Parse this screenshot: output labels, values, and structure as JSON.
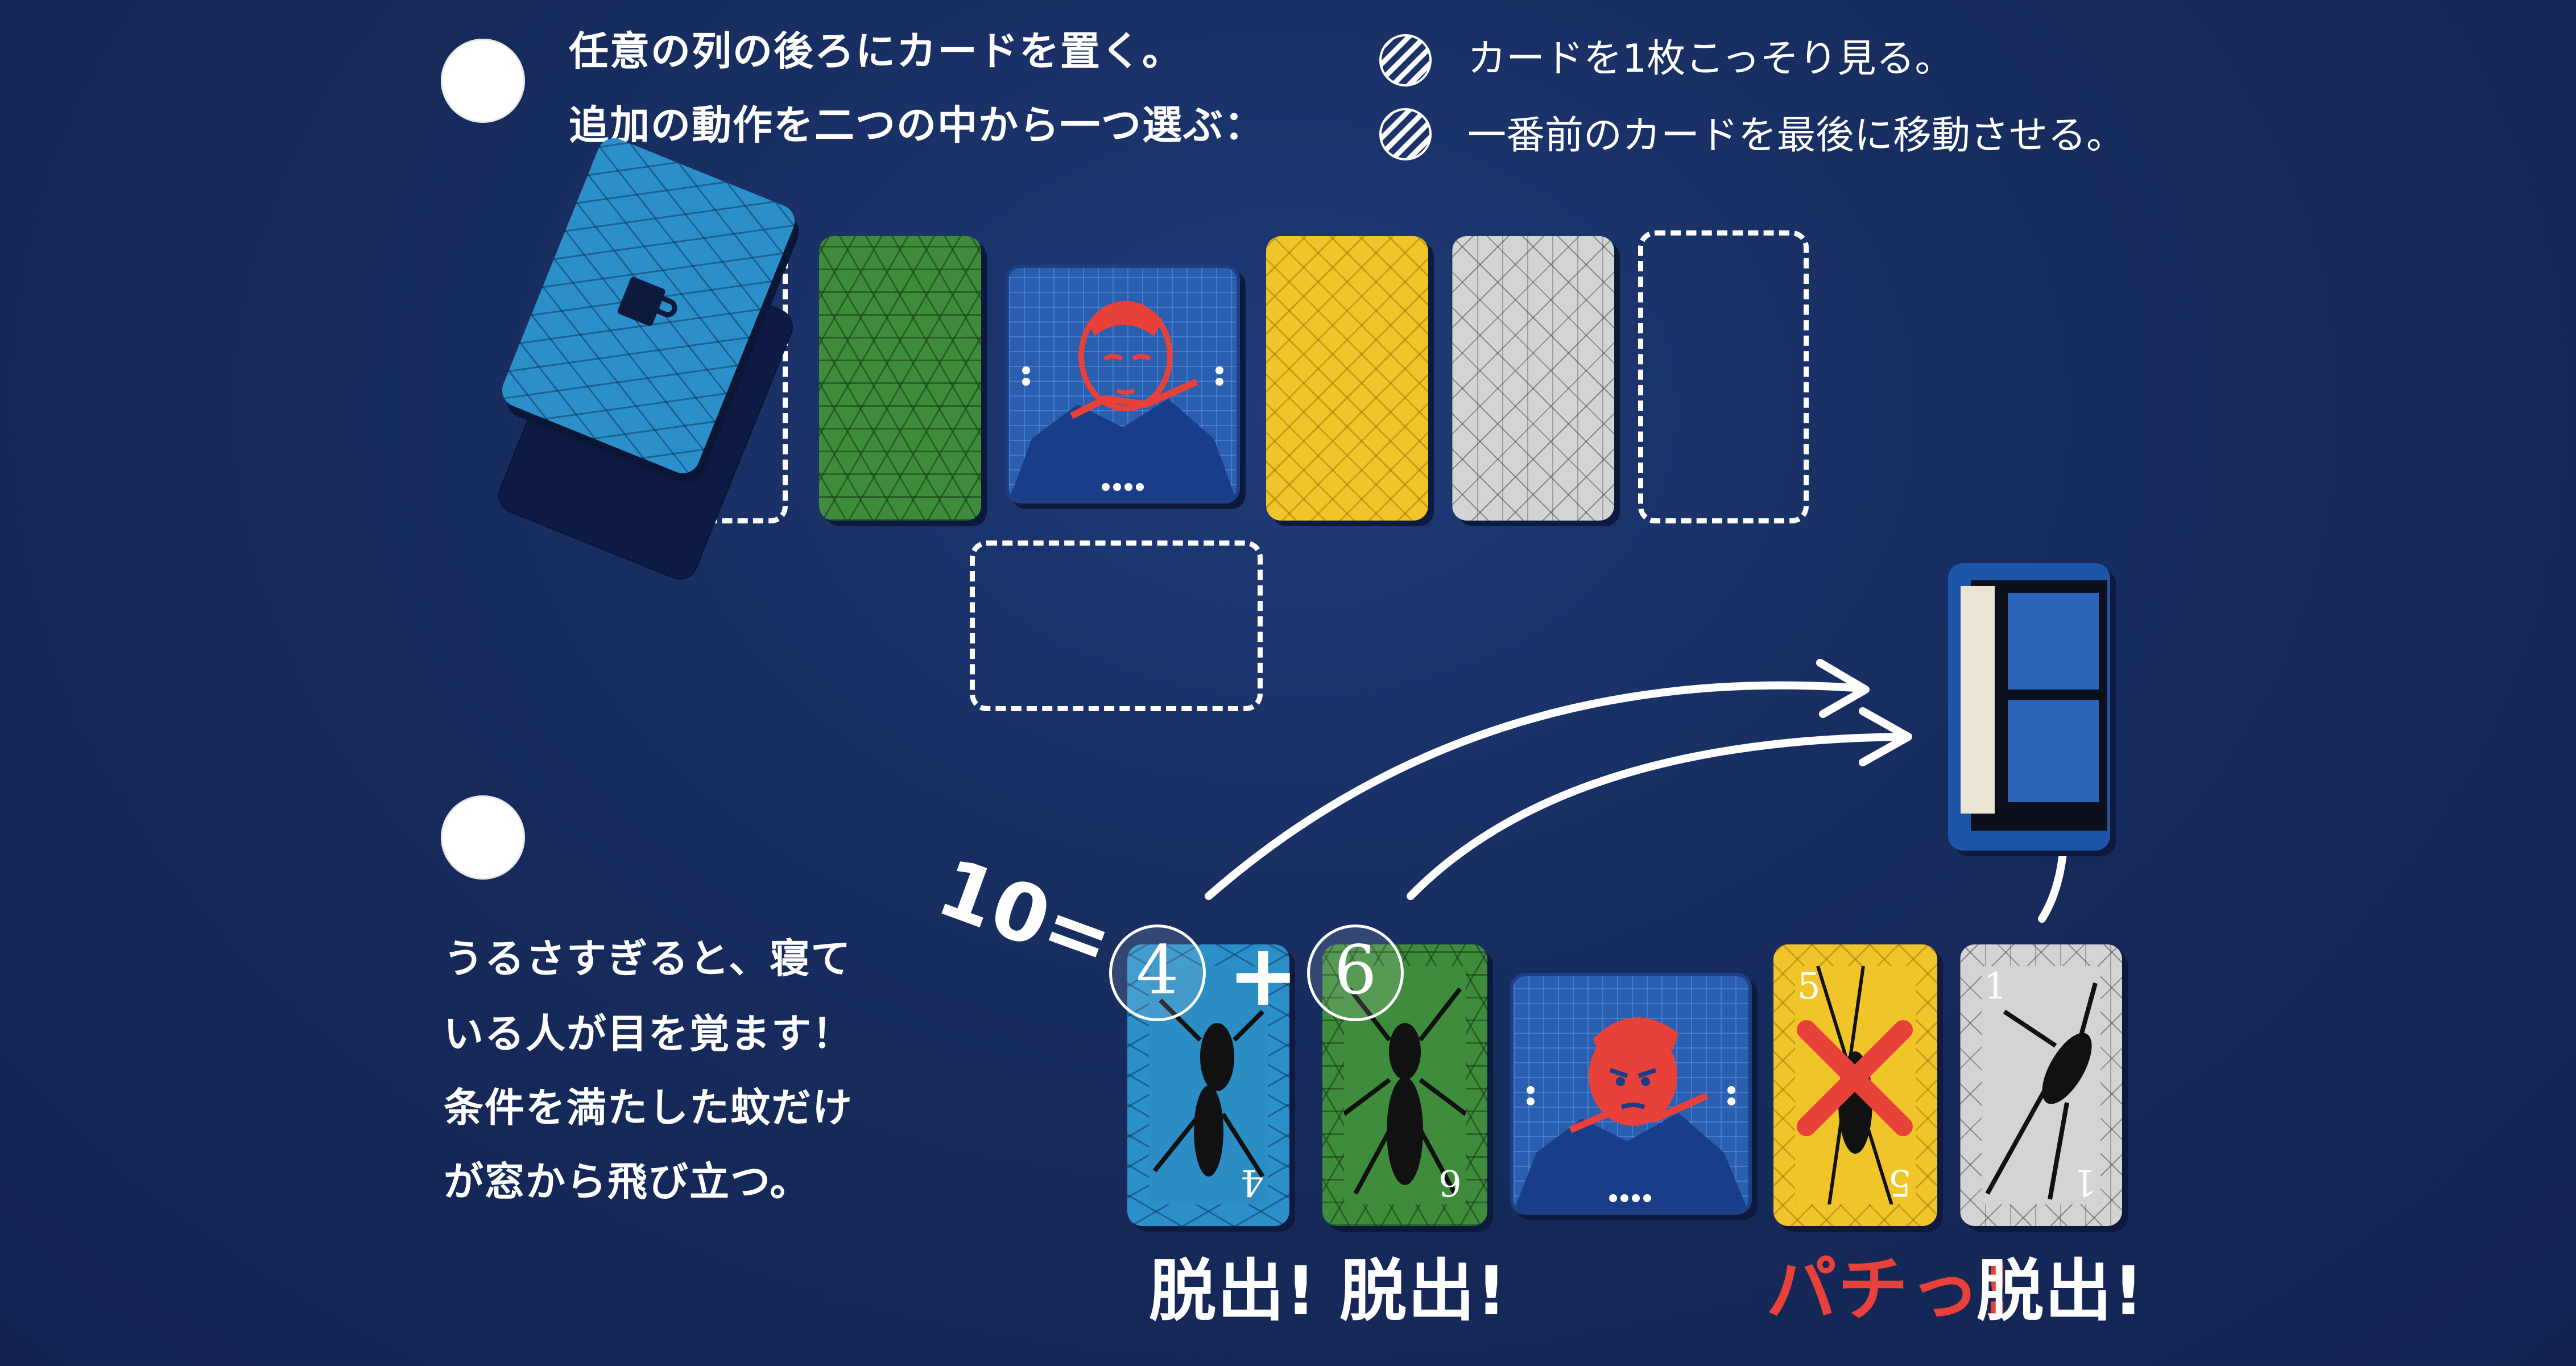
{
  "step1": {
    "instruction_line1": "任意の列の後ろにカードを置く。",
    "instruction_line2": "追加の動作を二つの中から一つ選ぶ：",
    "option1": "カードを1枚こっそり見る。",
    "option2": "一番前のカードを最後に移動させる。"
  },
  "step2": {
    "text_line1": "うるさすぎると、寝て",
    "text_line2": "いる人が目を覚ます！",
    "text_line3": "条件を満たした蚊だけ",
    "text_line4": "が窓から飛び立つ。"
  },
  "equation": "10=",
  "plus": "+",
  "badges": {
    "first": "4",
    "second": "6"
  },
  "cards": [
    {
      "color": "blue",
      "top_num": "4",
      "bottom_num": "4",
      "result": "脱出!"
    },
    {
      "color": "green",
      "top_num": "6",
      "bottom_num": "6",
      "result": "脱出!"
    },
    {
      "color": "sleeper",
      "result": ""
    },
    {
      "color": "yellow",
      "top_num": "5",
      "bottom_num": "5",
      "result": "パチっ!"
    },
    {
      "color": "gray",
      "top_num": "1",
      "bottom_num": "1",
      "result": "脱出!"
    }
  ],
  "colors": {
    "background": "#172c5e",
    "blue": "#2b90c9",
    "green": "#3f8c3c",
    "yellow": "#f0c52a",
    "gray": "#d4d4d4",
    "red": "#e8413a"
  }
}
